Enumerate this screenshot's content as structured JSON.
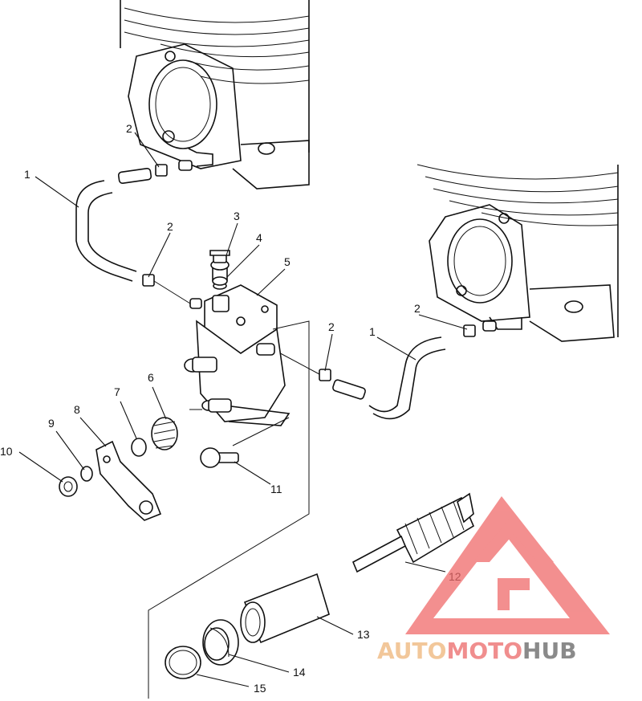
{
  "callouts": {
    "c1a": "1",
    "c1b": "1",
    "c2a": "2",
    "c2b": "2",
    "c2c": "2",
    "c2d": "2",
    "c3": "3",
    "c4": "4",
    "c5": "5",
    "c6": "6",
    "c7": "7",
    "c8": "8",
    "c9": "9",
    "c10": "10",
    "c11": "11",
    "c12": "12",
    "c13": "13",
    "c14": "14",
    "c15": "15"
  },
  "watermark": {
    "part1": "AUTO",
    "part2": "MOTO",
    "part3": "HUB",
    "colors": {
      "auto": "#f2c79a",
      "moto": "#f08e8e",
      "hub": "#8a8a8a",
      "logo": "#f06a6a"
    }
  }
}
